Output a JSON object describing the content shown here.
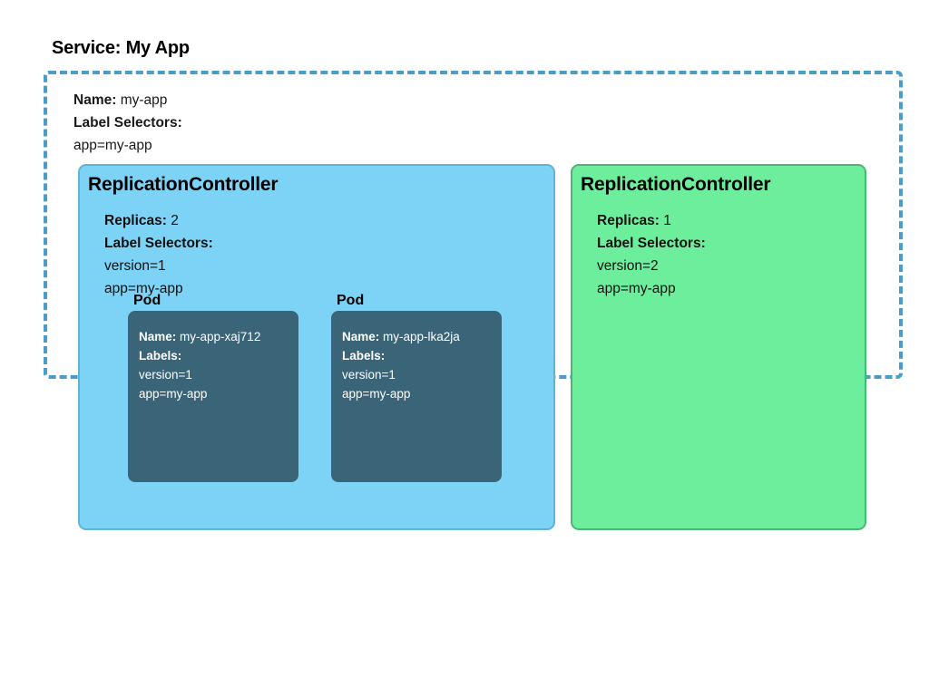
{
  "diagram": {
    "service": {
      "title": "Service: My App",
      "fields": [
        {
          "key": "Name:",
          "value": "my-app"
        },
        {
          "key": "Label Selectors:",
          "value": ""
        }
      ],
      "selectors": [
        "app=my-app"
      ],
      "border_color": "#4a9ccc"
    },
    "controllers": [
      {
        "title": "ReplicationController",
        "replicas_key": "Replicas:",
        "replicas_value": "2",
        "selectors_key": "Label Selectors:",
        "selectors": [
          "version=1",
          "app=my-app"
        ],
        "fill_color": "#7DD3F5",
        "border_color": "#5FB4D8",
        "pods": [
          {
            "label": "Pod",
            "name_key": "Name:",
            "name_value": "my-app-xaj712",
            "labels_key": "Labels:",
            "labels": [
              "version=1",
              "app=my-app"
            ],
            "fill_color": "#3A6478"
          },
          {
            "label": "Pod",
            "name_key": "Name:",
            "name_value": "my-app-lka2ja",
            "labels_key": "Labels:",
            "labels": [
              "version=1",
              "app=my-app"
            ],
            "fill_color": "#3A6478"
          }
        ]
      },
      {
        "title": "ReplicationController",
        "replicas_key": "Replicas:",
        "replicas_value": "1",
        "selectors_key": "Label Selectors:",
        "selectors": [
          "version=2",
          "app=my-app"
        ],
        "fill_color": "#6CEE9C",
        "border_color": "#49B877",
        "pods": []
      }
    ]
  }
}
